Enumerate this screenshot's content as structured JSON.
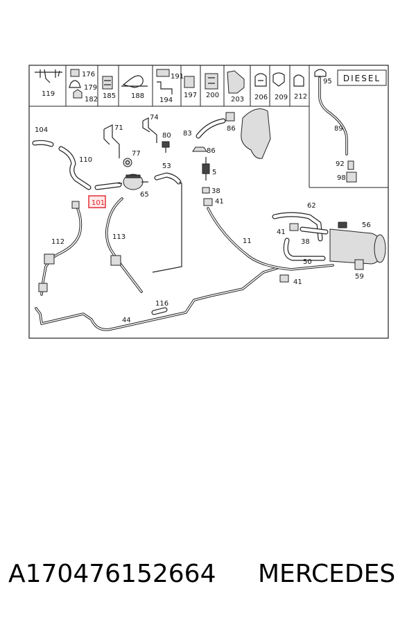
{
  "header_parts": [
    "119",
    "176",
    "179",
    "182",
    "185",
    "188",
    "191",
    "194",
    "197",
    "200",
    "203",
    "206",
    "209",
    "212",
    "95"
  ],
  "variant_label": "DIESEL",
  "callouts": [
    "104",
    "110",
    "71",
    "74",
    "80",
    "77",
    "83",
    "86",
    "86",
    "5",
    "38",
    "41",
    "53",
    "65",
    "101",
    "112",
    "113",
    "11",
    "62",
    "41",
    "56",
    "38",
    "50",
    "41",
    "59",
    "116",
    "44",
    "89",
    "92",
    "98"
  ],
  "highlighted_part": "101",
  "highlight_color": "#e0202a",
  "footer": {
    "part_number": "A170476152664",
    "brand": "MERCEDES"
  }
}
